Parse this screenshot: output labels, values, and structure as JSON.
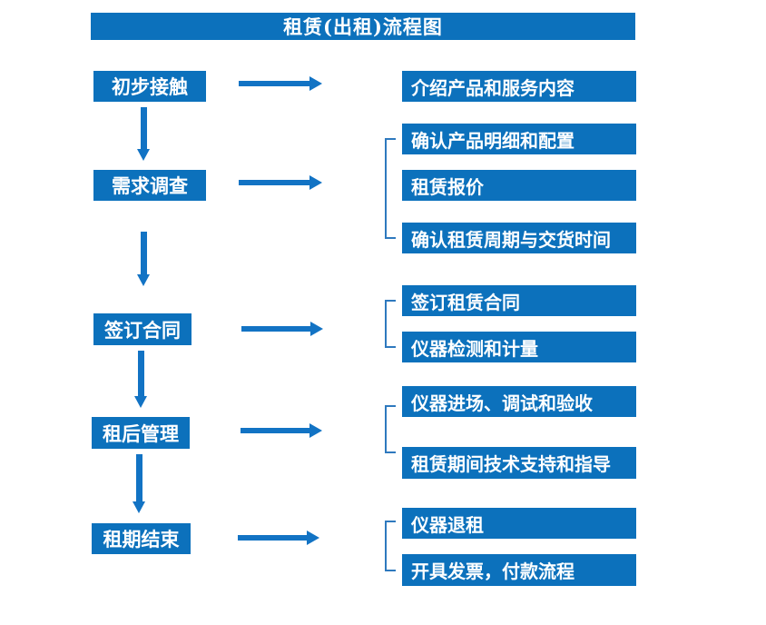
{
  "title": "租赁(出租)流程图",
  "colors": {
    "box_blue": "#0C71BC",
    "arrow_blue": "#1273C4",
    "bracket_blue": "#2E79BE",
    "text_white": "#FFFFFF"
  },
  "steps": [
    {
      "label": "初步接触"
    },
    {
      "label": "需求调查"
    },
    {
      "label": "签订合同"
    },
    {
      "label": "租后管理"
    },
    {
      "label": "租期结束"
    }
  ],
  "details": [
    {
      "label": "介绍产品和服务内容"
    },
    {
      "label": "确认产品明细和配置"
    },
    {
      "label": "租赁报价"
    },
    {
      "label": "确认租赁周期与交货时间"
    },
    {
      "label": "签订租赁合同"
    },
    {
      "label": "仪器检测和计量"
    },
    {
      "label": "仪器进场、调试和验收"
    },
    {
      "label": "租赁期间技术支持和指导"
    },
    {
      "label": "仪器退租"
    },
    {
      "label": "开具发票，付款流程"
    }
  ]
}
